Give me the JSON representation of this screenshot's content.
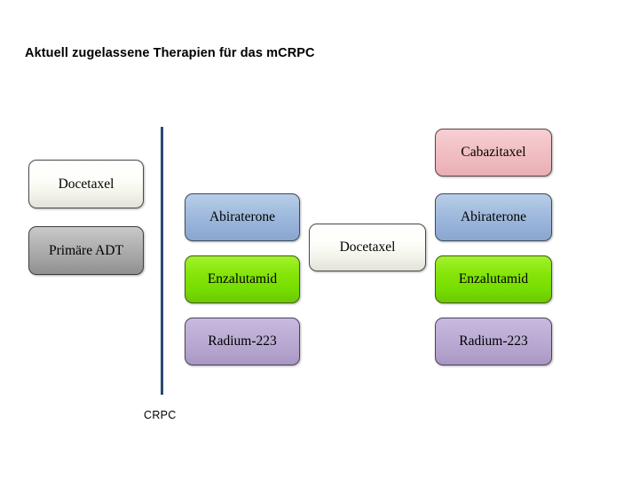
{
  "slide": {
    "title": "Aktuell zugelassene Therapien für das mCRPC",
    "axis_label": "CRPC",
    "axis_line_color": "#2a4a70",
    "background_color": "#ffffff"
  },
  "palette": {
    "white": "#fdfdf8",
    "gray": "#a8a8a8",
    "blue": "#9ab5dc",
    "green": "#7ee000",
    "purple": "#b7a8cf",
    "pink": "#f0bec3",
    "border": "#4d4d4d",
    "text": "#000000"
  },
  "columns": [
    {
      "name": "hormone-sensitive",
      "boxes": [
        {
          "label": "Docetaxel",
          "color": "white"
        },
        {
          "label": "Primäre ADT",
          "color": "gray"
        }
      ]
    },
    {
      "name": "first-line-crpc",
      "boxes": [
        {
          "label": "Abiraterone",
          "color": "blue"
        },
        {
          "label": "Enzalutamid",
          "color": "green"
        },
        {
          "label": "Radium-223",
          "color": "purple"
        }
      ]
    },
    {
      "name": "chemotherapy",
      "boxes": [
        {
          "label": "Docetaxel",
          "color": "white"
        }
      ]
    },
    {
      "name": "post-chemotherapy",
      "boxes": [
        {
          "label": "Cabazitaxel",
          "color": "pink"
        },
        {
          "label": "Abiraterone",
          "color": "blue"
        },
        {
          "label": "Enzalutamid",
          "color": "green"
        },
        {
          "label": "Radium-223",
          "color": "purple"
        }
      ]
    }
  ]
}
